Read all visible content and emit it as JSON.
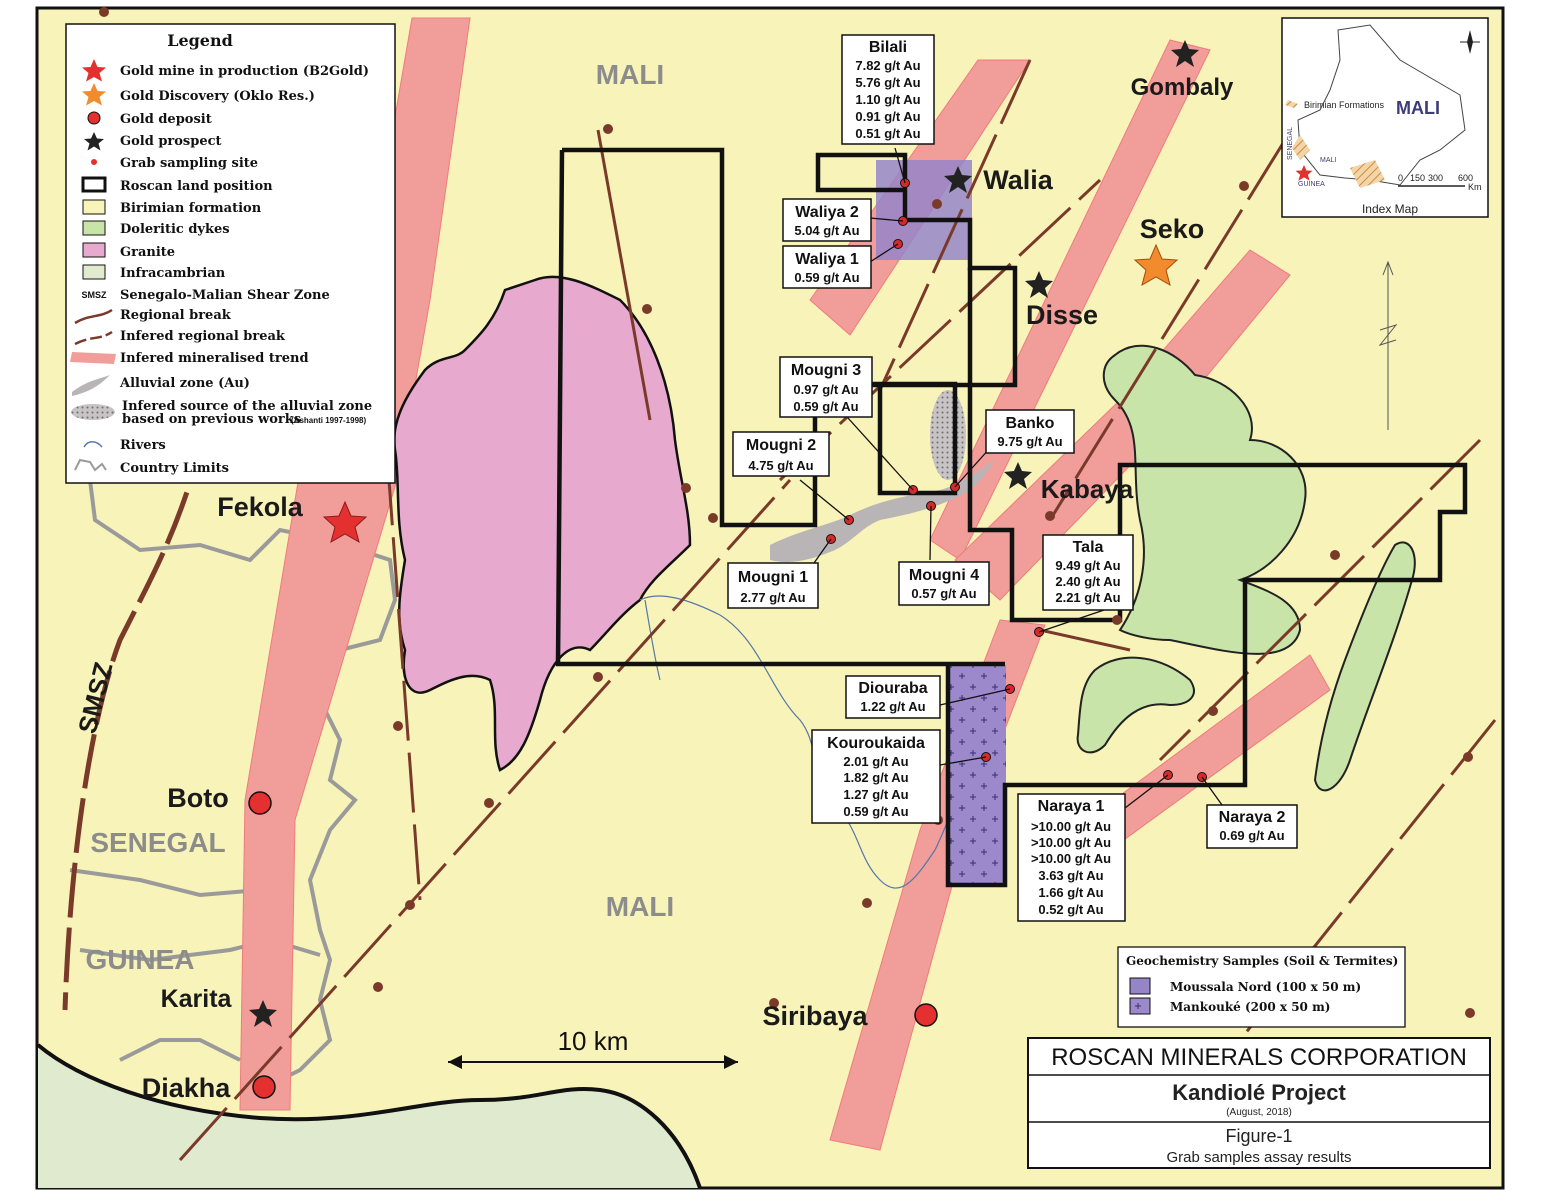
{
  "country_labels": {
    "mali_top": "MALI",
    "mali_bottom": "MALI",
    "senegal": "SENEGAL",
    "guinea": "GUINEA",
    "smsz": "SMSZ"
  },
  "place_labels": {
    "fekola": "Fekola",
    "boto": "Boto",
    "karita": "Karita",
    "diakha": "Diakha",
    "gombaly": "Gombaly",
    "walia": "Walia",
    "seko": "Seko",
    "disse": "Disse",
    "kabaya": "Kabaya",
    "siribaya": "Siribaya"
  },
  "samples": {
    "bilali": {
      "name": "Bilali",
      "values": [
        "7.82 g/t Au",
        "5.76 g/t Au",
        "1.10 g/t Au",
        "0.91 g/t Au",
        "0.51 g/t Au"
      ]
    },
    "waliya2": {
      "name": "Waliya 2",
      "values": [
        "5.04 g/t Au"
      ]
    },
    "waliya1": {
      "name": "Waliya 1",
      "values": [
        "0.59 g/t Au"
      ]
    },
    "mougni3": {
      "name": "Mougni 3",
      "values": [
        "0.97 g/t Au",
        "0.59 g/t Au"
      ]
    },
    "mougni2": {
      "name": "Mougni 2",
      "values": [
        "4.75 g/t Au"
      ]
    },
    "mougni1": {
      "name": "Mougni 1",
      "values": [
        "2.77 g/t Au"
      ]
    },
    "mougni4": {
      "name": "Mougni 4",
      "values": [
        "0.57 g/t Au"
      ]
    },
    "banko": {
      "name": "Banko",
      "values": [
        "9.75 g/t Au"
      ]
    },
    "tala": {
      "name": "Tala",
      "values": [
        "9.49 g/t Au",
        "2.40 g/t Au",
        "2.21 g/t Au"
      ]
    },
    "diouraba": {
      "name": "Diouraba",
      "values": [
        "1.22 g/t Au"
      ]
    },
    "kouroukaida": {
      "name": "Kouroukaida",
      "values": [
        "2.01 g/t Au",
        "1.82 g/t Au",
        "1.27 g/t Au",
        "0.59 g/t Au"
      ]
    },
    "naraya1": {
      "name": "Naraya 1",
      "values": [
        ">10.00 g/t Au",
        ">10.00 g/t Au",
        ">10.00 g/t Au",
        "3.63 g/t Au",
        "1.66 g/t Au",
        "0.52 g/t Au"
      ]
    },
    "naraya2": {
      "name": "Naraya 2",
      "values": [
        "0.69 g/t Au"
      ]
    }
  },
  "legend": {
    "title": "Legend",
    "items": [
      "Gold mine in production (B2Gold)",
      "Gold Discovery (Oklo Res.)",
      "Gold deposit",
      "Gold prospect",
      "Grab sampling site",
      "Roscan land position",
      "Birimian formation",
      "Doleritic dykes",
      "Granite",
      "Infracambrian",
      "Senegalo-Malian Shear Zone",
      "Regional break",
      "Infered regional break",
      "Infered mineralised trend",
      "Alluvial zone (Au)",
      "Infered source of the alluvial zone",
      "based on previous works",
      "Rivers",
      "Country Limits"
    ],
    "smsz_abbr": "SMSZ",
    "ashanti_note": "(Ashanti 1997-1998)"
  },
  "geochem": {
    "title": "Geochemistry Samples (Soil & Termites)",
    "moussala": "Moussala Nord (100 x 50 m)",
    "mankoule": "Mankouké (200 x 50 m)"
  },
  "index_map": {
    "mali": "MALI",
    "birimian": "Birimian Formations",
    "senegal": "SENEGAL",
    "mali_small": "MALI",
    "guinea": "GUINEA",
    "caption": "Index Map",
    "scale_0": "0",
    "scale_150": "150",
    "scale_300": "300",
    "scale_600": "600",
    "scale_unit": "Km"
  },
  "scale_bar": "10 km",
  "title_block": {
    "company": "ROSCAN MINERALS CORPORATION",
    "project": "Kandiolé Project",
    "date": "(August, 2018)",
    "figure": "Figure-1",
    "caption": "Grab samples assay results"
  },
  "colors": {
    "birimian": "#f8f3b8",
    "dolerite": "#c9e4a8",
    "granite": "#e8a9cf",
    "infracambrian": "#dfeacf",
    "trend": "#f19d9a",
    "break": "#7a3a2a",
    "country_limit": "#9a9a9a",
    "river": "#5577aa",
    "alluvial": "#b9b5b7",
    "geochem_purple": "#9585c8"
  }
}
